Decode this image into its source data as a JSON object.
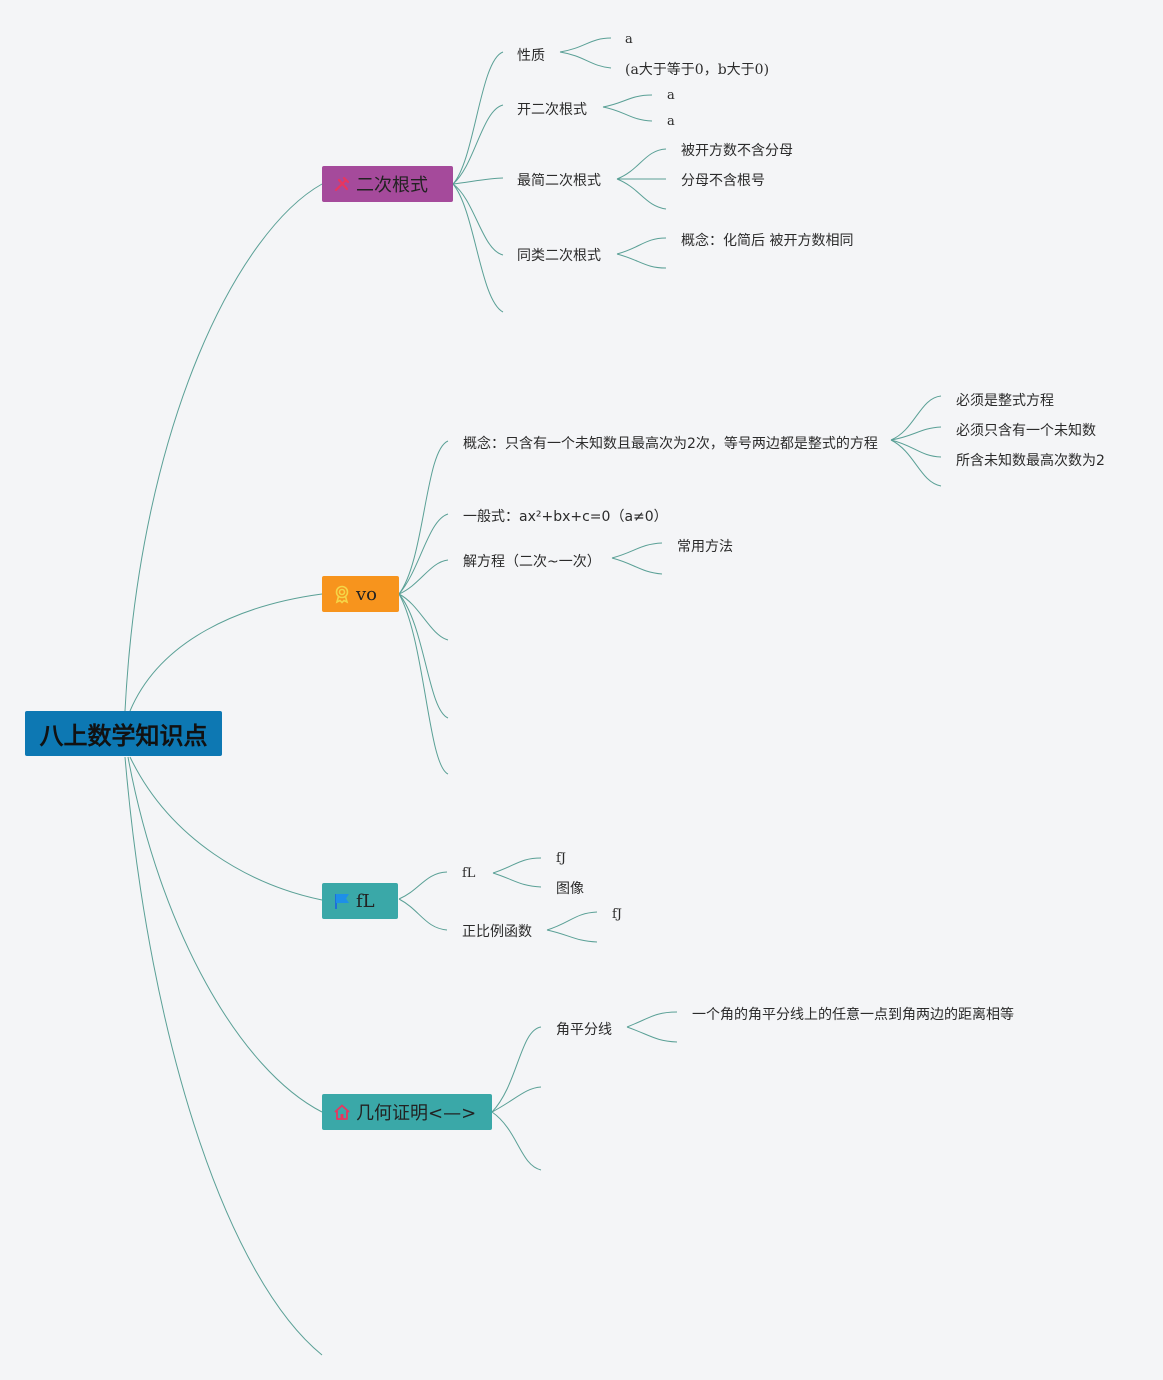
{
  "colors": {
    "root": "#0d78b3",
    "b1": "#a54a9b",
    "b2": "#f7941d",
    "b3": "#3aa8a8",
    "b4": "#3aa8a8",
    "edge": "#5aa096"
  },
  "root": {
    "label": "八上数学知识点"
  },
  "branches": [
    {
      "label": "二次根式",
      "icon": "tools-icon"
    },
    {
      "label": "vo",
      "icon": "award-icon"
    },
    {
      "label": "fL",
      "icon": "flag-icon"
    },
    {
      "label": "几何证明<—>",
      "icon": "house-icon"
    }
  ],
  "b1": {
    "t1": "性质",
    "t1a": "a",
    "t1b": "(a大于等于0，b大于0)",
    "t2": "开二次根式",
    "t2a": "a",
    "t2b": "a",
    "t3": "最简二次根式",
    "t3a": "被开方数不含分母",
    "t3b": "分母不含根号",
    "t4": "同类二次根式",
    "t4a": "概念：化简后 被开方数相同"
  },
  "b2": {
    "t1": "概念：只含有一个未知数且最高次为2次，等号两边都是整式的方程",
    "t1a": "必须是整式方程",
    "t1b": "必须只含有一个未知数",
    "t1c": "所含未知数最高次数为2",
    "t2": "一般式：ax²+bx+c=0（a≠0）",
    "t3": "解方程（二次~一次）",
    "t3a": "常用方法"
  },
  "b3": {
    "t1": "fL",
    "t1a": "fJ",
    "t1b": "图像",
    "t2": "正比例函数",
    "t2a": "fJ"
  },
  "b4": {
    "t1": "角平分线",
    "t1a": "一个角的角平分线上的任意一点到角两边的距离相等"
  }
}
